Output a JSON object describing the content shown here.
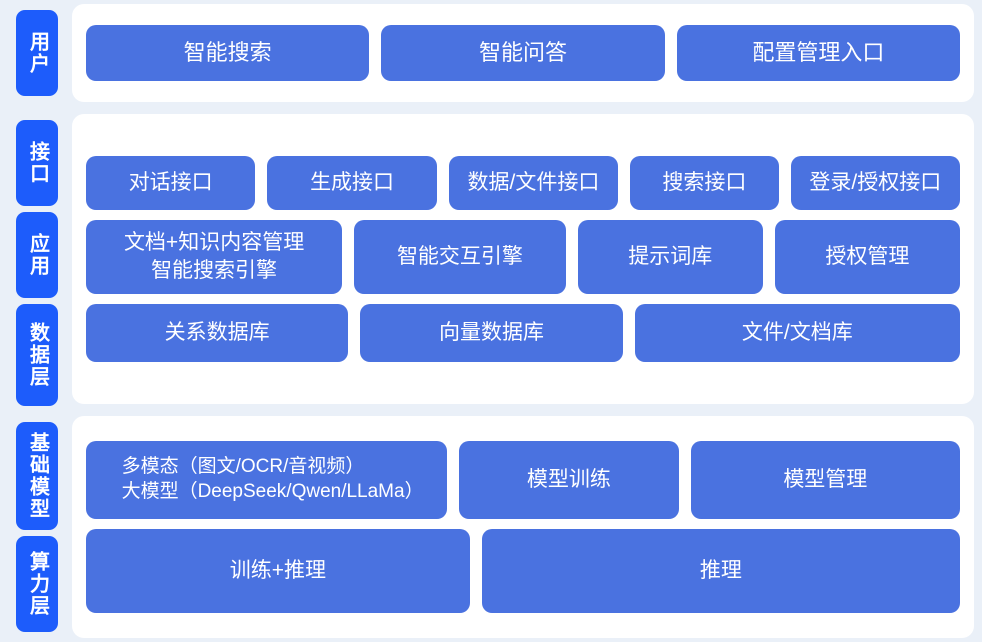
{
  "theme": {
    "page_background": "#eaf0f8",
    "panel_background": "#ffffff",
    "card_color": "#4a72e0",
    "label_color": "#1d5cfb",
    "text_color": "#ffffff"
  },
  "bands": [
    {
      "id": "user",
      "labels": [
        {
          "text": "用户"
        }
      ],
      "rows": [
        {
          "id": "user-row",
          "cards": [
            {
              "text": "智能搜索",
              "flex": 1
            },
            {
              "text": "智能问答",
              "flex": 1
            },
            {
              "text": "配置管理入口",
              "flex": 1
            }
          ]
        }
      ]
    },
    {
      "id": "middle",
      "labels": [
        {
          "text": "接口"
        },
        {
          "text": "应用"
        },
        {
          "text": "数据层"
        }
      ],
      "rows": [
        {
          "id": "interface",
          "cards": [
            {
              "text": "对话接口",
              "flex": 1
            },
            {
              "text": "生成接口",
              "flex": 1
            },
            {
              "text": "数据/文件接口",
              "flex": 1
            },
            {
              "text": "搜索接口",
              "flex": 0.86
            },
            {
              "text": "登录/授权接口",
              "flex": 1
            }
          ]
        },
        {
          "id": "application",
          "cards": [
            {
              "text": "文档+知识内容管理\n智能搜索引擎",
              "flex": 1.43
            },
            {
              "text": "智能交互引擎",
              "flex": 1.16
            },
            {
              "text": "提示词库",
              "flex": 1
            },
            {
              "text": "授权管理",
              "flex": 1
            }
          ]
        },
        {
          "id": "data",
          "cards": [
            {
              "text": "关系数据库",
              "flex": 1
            },
            {
              "text": "向量数据库",
              "flex": 1
            },
            {
              "text": "文件/文档库",
              "flex": 1.26
            }
          ]
        }
      ]
    },
    {
      "id": "bottom",
      "labels": [
        {
          "text": "基础模型"
        },
        {
          "text": "算力层"
        }
      ],
      "rows": [
        {
          "id": "model",
          "cards": [
            {
              "text": "多模态（图文/OCR/音视频）\n大模型（DeepSeek/Qwen/LLaMa）",
              "flex": 1.32,
              "multiline": true
            },
            {
              "text": "模型训练",
              "flex": 0.8
            },
            {
              "text": "模型管理",
              "flex": 1
            }
          ]
        },
        {
          "id": "compute",
          "cards": [
            {
              "text": "训练+推理",
              "flex": 1
            },
            {
              "text": "推理",
              "flex": 1.26
            }
          ]
        }
      ]
    }
  ]
}
